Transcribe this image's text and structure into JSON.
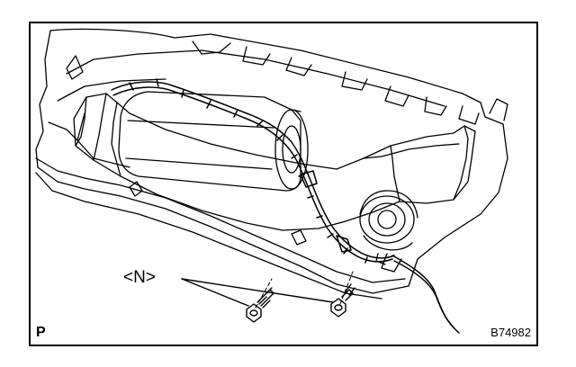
{
  "figure": {
    "callout_label": "<N>",
    "corner_label": "P",
    "figure_code": "B74982"
  },
  "colors": {
    "ink": "#000000",
    "paper": "#ffffff"
  }
}
